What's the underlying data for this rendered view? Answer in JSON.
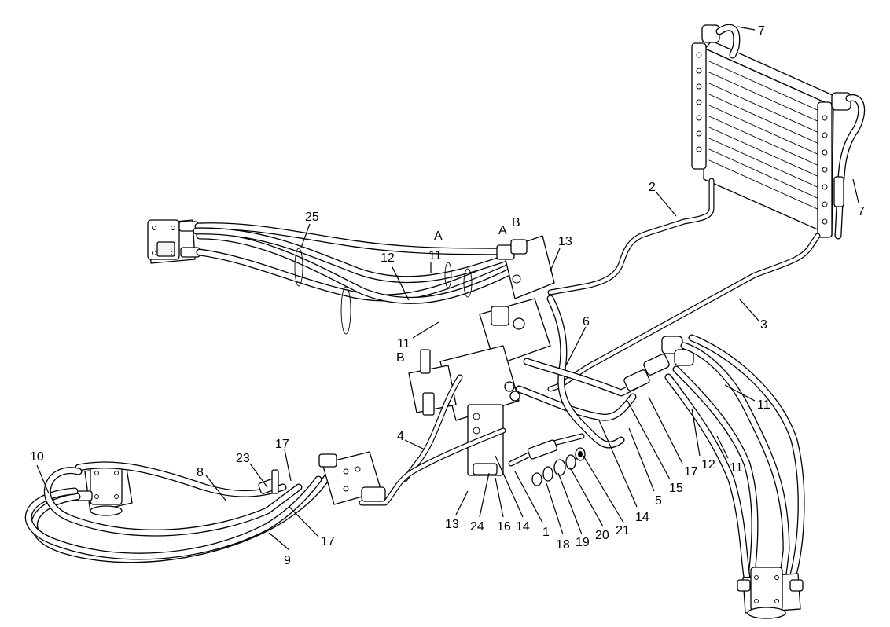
{
  "diagram": {
    "callouts": [
      {
        "id": "c7a",
        "text": "7"
      },
      {
        "id": "c7b",
        "text": "7"
      },
      {
        "id": "c2",
        "text": "2"
      },
      {
        "id": "c3",
        "text": "3"
      },
      {
        "id": "c25",
        "text": "25"
      },
      {
        "id": "cA1",
        "text": "A"
      },
      {
        "id": "cA2",
        "text": "A"
      },
      {
        "id": "cB1",
        "text": "B"
      },
      {
        "id": "cB2",
        "text": "B"
      },
      {
        "id": "c13a",
        "text": "13"
      },
      {
        "id": "c12a",
        "text": "12"
      },
      {
        "id": "c11a",
        "text": "11"
      },
      {
        "id": "c11b",
        "text": "11"
      },
      {
        "id": "c6",
        "text": "6"
      },
      {
        "id": "c11c",
        "text": "11"
      },
      {
        "id": "c11d",
        "text": "11"
      },
      {
        "id": "c12b",
        "text": "12"
      },
      {
        "id": "c17a",
        "text": "17"
      },
      {
        "id": "c15",
        "text": "15"
      },
      {
        "id": "c5",
        "text": "5"
      },
      {
        "id": "c14a",
        "text": "14"
      },
      {
        "id": "c21",
        "text": "21"
      },
      {
        "id": "c20",
        "text": "20"
      },
      {
        "id": "c19",
        "text": "19"
      },
      {
        "id": "c18",
        "text": "18"
      },
      {
        "id": "c1",
        "text": "1"
      },
      {
        "id": "c14b",
        "text": "14"
      },
      {
        "id": "c16",
        "text": "16"
      },
      {
        "id": "c24",
        "text": "24"
      },
      {
        "id": "c13b",
        "text": "13"
      },
      {
        "id": "c4",
        "text": "4"
      },
      {
        "id": "c17b",
        "text": "17"
      },
      {
        "id": "c23",
        "text": "23"
      },
      {
        "id": "c8",
        "text": "8"
      },
      {
        "id": "c10",
        "text": "10"
      },
      {
        "id": "c17c",
        "text": "17"
      },
      {
        "id": "c9",
        "text": "9"
      }
    ]
  }
}
